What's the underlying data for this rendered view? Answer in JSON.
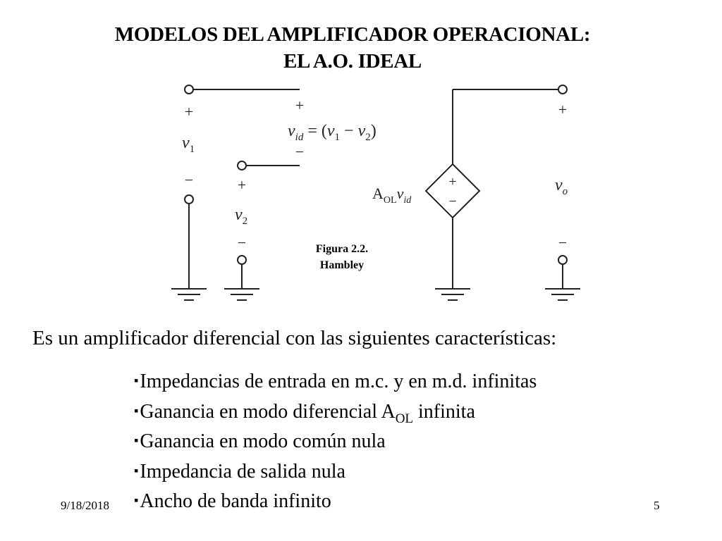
{
  "slide": {
    "title_line1": "MODELOS DEL AMPLIFICADOR OPERACIONAL:",
    "title_line2": "EL A.O. IDEAL",
    "figure": {
      "caption_line1": "Figura 2.2.",
      "caption_line2": "Hambley",
      "labels": {
        "plus": "+",
        "minus": "−",
        "v": "v",
        "sub_1": "1",
        "sub_2": "2",
        "sub_id": "id",
        "sub_o": "o",
        "vid_eq_prefix": " = (",
        "vid_minus": " − ",
        "close_paren": ")",
        "a_letter": "A",
        "a_sub": "OL"
      }
    },
    "intro": "Es un amplificador diferencial con las siguientes características:",
    "bullet_glyph": "▪",
    "features": {
      "f1": "Impedancias de entrada en m.c. y en m.d. infinitas",
      "f2_pre": "Ganancia en modo diferencial A",
      "f2_sub": "OL",
      "f2_post": " infinita",
      "f3": "Ganancia en modo común nula",
      "f4": "Impedancia de salida nula",
      "f5": "Ancho de banda infinito"
    },
    "footer": {
      "date": "9/18/2018",
      "page_number": "5"
    }
  }
}
